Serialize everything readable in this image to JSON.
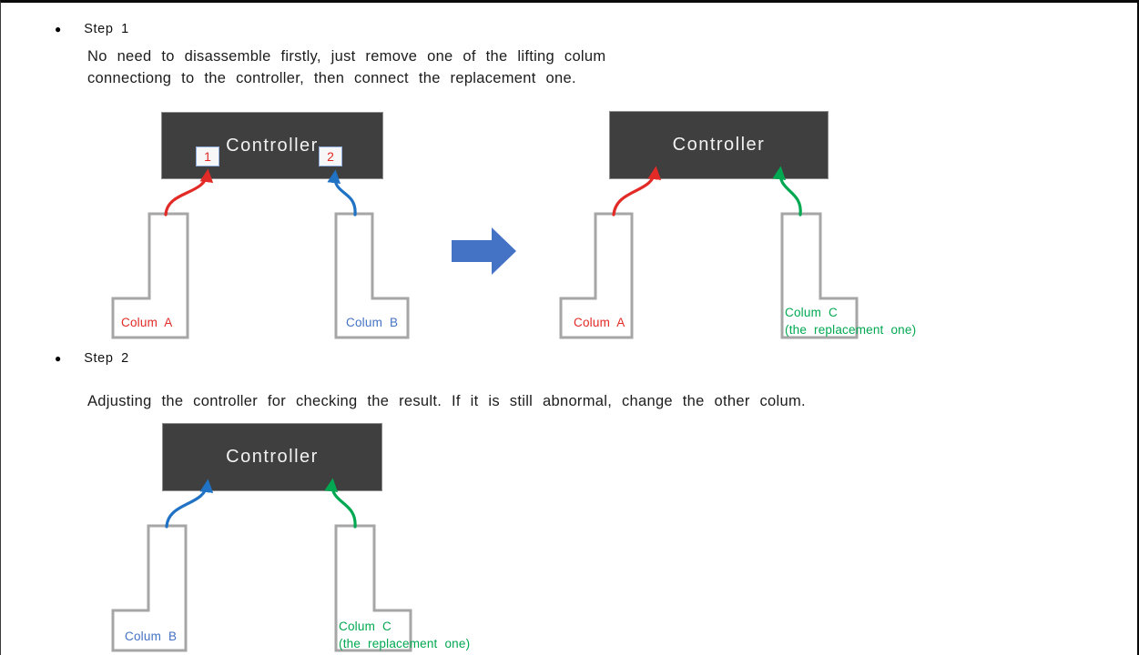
{
  "page": {
    "step1": {
      "bullet": "●",
      "title": "Step 1",
      "body_line1": "No need to disassemble firstly, just remove one of the lifting colum",
      "body_line2": "connectiong to the controller, then connect the replacement one."
    },
    "step2": {
      "bullet": "●",
      "title": "Step 2",
      "body": "Adjusting the controller for checking the result. If it is still abnormal, change the other colum."
    }
  },
  "diagrams": {
    "before": {
      "controller_label": "Controller",
      "port1": "1",
      "port2": "2",
      "column_left": "Colum A",
      "column_right": "Colum B"
    },
    "after": {
      "controller_label": "Controller",
      "column_left": "Colum A",
      "column_right": "Colum C",
      "column_right_note": "(the replacement one)"
    },
    "step2_diagram": {
      "controller_label": "Controller",
      "column_left": "Colum B",
      "column_right": "Colum C",
      "column_right_note": "(the replacement one)"
    }
  },
  "colors": {
    "red": "#e22a26",
    "blue_arrow": "#1f72c4",
    "blue_text": "#4472c4",
    "green": "#00a851",
    "big_arrow": "#4472c4",
    "controller_bg": "#3f3f3f",
    "controller_border": "#8c8c8c",
    "controller_text": "#f2f2f2",
    "column_stroke": "#a6a6a6",
    "numbox_border": "#8faadc"
  }
}
